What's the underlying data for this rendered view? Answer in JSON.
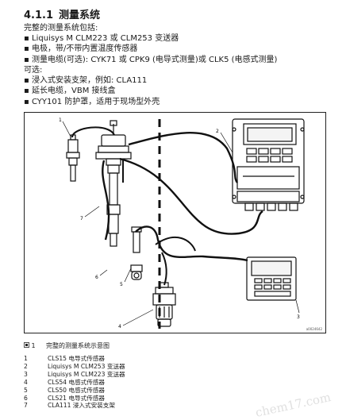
{
  "section": {
    "number": "4.1.1",
    "title": "测量系统"
  },
  "intro": {
    "text": "完整的测量系统包括:",
    "bullets": [
      "Liquisys M CLM223 或 CLM253 变送器",
      "电极，带/不带内置温度传感器",
      "测量电缆(可选): CYK71 或 CPK9 (电导式测量)或 CLK5 (电感式测量)"
    ]
  },
  "optional": {
    "text": "可选:",
    "bullets": [
      "浸入式安装支架，例如: CLA111",
      "延长电缆，VBM 接线盒",
      "CYY101 防护罩，适用于现场型外壳"
    ]
  },
  "figure": {
    "callouts": [
      "1",
      "2",
      "3",
      "4",
      "5",
      "6",
      "7"
    ],
    "id_code": "a0024642",
    "caption_number": "1",
    "caption_text": "完整的测量系统示意图",
    "icon": "figure-icon"
  },
  "legend": [
    {
      "n": "1",
      "text": "CLS15 电导式传感器"
    },
    {
      "n": "2",
      "text": "Liquisys M CLM253 变送器"
    },
    {
      "n": "3",
      "text": "Liquisys M CLM223 变送器"
    },
    {
      "n": "4",
      "text": "CLS54 电感式传感器"
    },
    {
      "n": "5",
      "text": "CLS50 电感式传感器"
    },
    {
      "n": "6",
      "text": "CLS21 电导式传感器"
    },
    {
      "n": "7",
      "text": "CLA111 浸入式安装支架"
    }
  ],
  "watermark": "chem17.com"
}
